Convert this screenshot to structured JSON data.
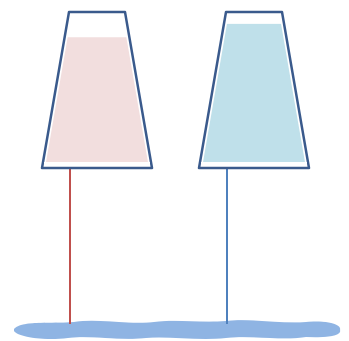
{
  "diagram": {
    "containers": [
      {
        "fill_level": 0.85,
        "liquid_color": "#f2dede",
        "stem_color": "#c0504d",
        "outline_color": "#3a5a8c"
      },
      {
        "fill_level": 0.94,
        "liquid_color": "#bfe0ea",
        "stem_color": "#4f81bd",
        "outline_color": "#3a5a8c"
      }
    ],
    "puddle_color": "#8fb4e3",
    "icons": [
      "container-left",
      "container-right",
      "stem-left",
      "stem-right",
      "puddle"
    ]
  }
}
